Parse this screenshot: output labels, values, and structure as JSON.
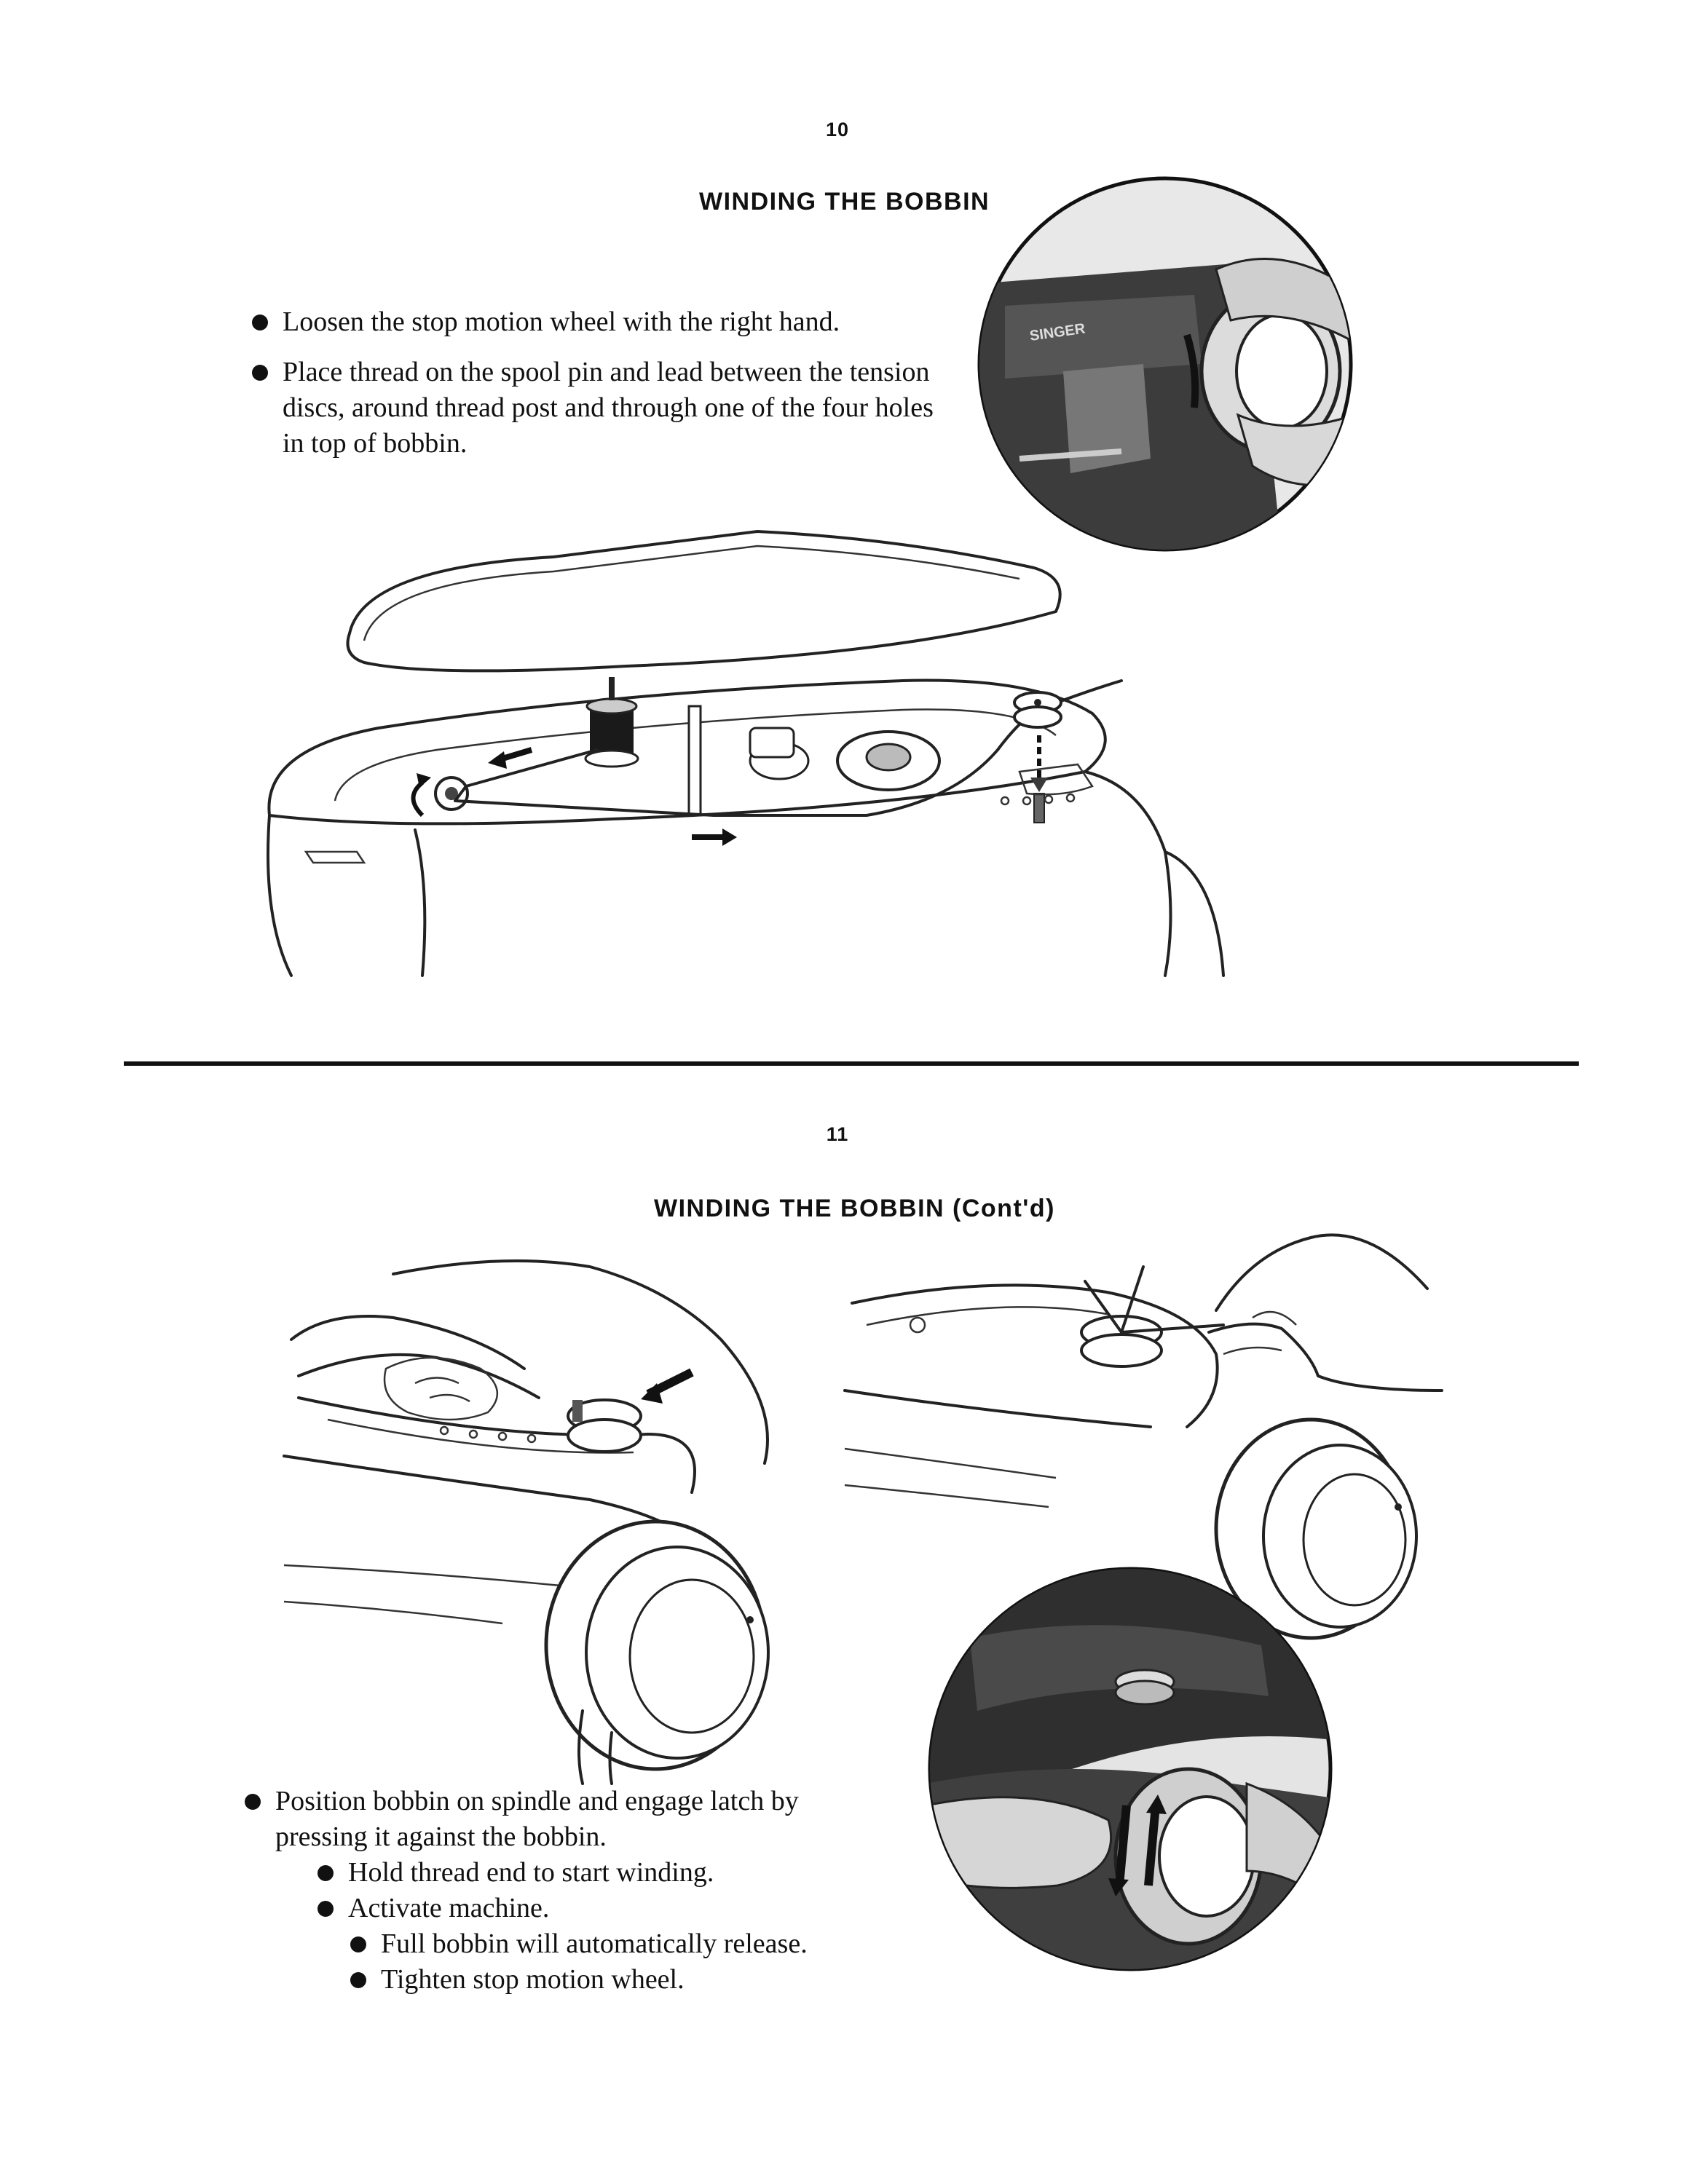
{
  "page_top": {
    "page_number": "10",
    "heading": "WINDING THE BOBBIN",
    "instructions": [
      "Loosen the stop motion wheel with the right hand.",
      "Place thread on the spool pin and lead between the tension discs, around thread post and through one of the four holes in top of bobbin."
    ],
    "inset_brand": "SINGER"
  },
  "page_bottom": {
    "page_number": "11",
    "heading": "WINDING THE BOBBIN (Cont'd)",
    "instructions": [
      "Position bobbin on spindle and engage latch by pressing it against the bobbin.",
      "Hold thread end to start winding.",
      "Activate machine.",
      "Full bobbin will automatically release.",
      "Tighten stop motion wheel."
    ]
  },
  "icons": [
    "bullet-icon",
    "arrow-icon"
  ],
  "colors": {
    "ink": "#111111",
    "paper": "#ffffff",
    "shade": "#3a3a3a"
  }
}
